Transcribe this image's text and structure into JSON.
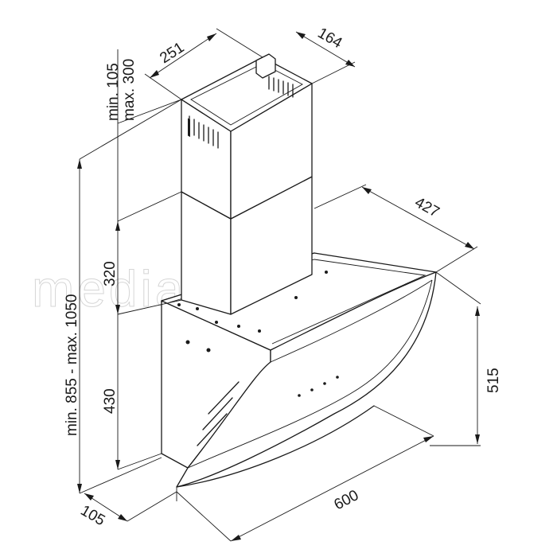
{
  "watermark": "mediaexpert",
  "dimensions": {
    "chimney_width": "251",
    "chimney_depth": "164",
    "extension_range": "min. 105 - max. 300",
    "extension_min": "min. 105",
    "extension_max": "max. 300",
    "total_height": "min. 855 - max. 1050",
    "chimney_height": "320",
    "body_height": "430",
    "hood_depth": "427",
    "glass_height": "515",
    "hood_width": "600",
    "wall_offset": "105"
  },
  "colors": {
    "line": "#1a1a1a",
    "background": "#ffffff",
    "watermark": "#d6d6d6"
  }
}
